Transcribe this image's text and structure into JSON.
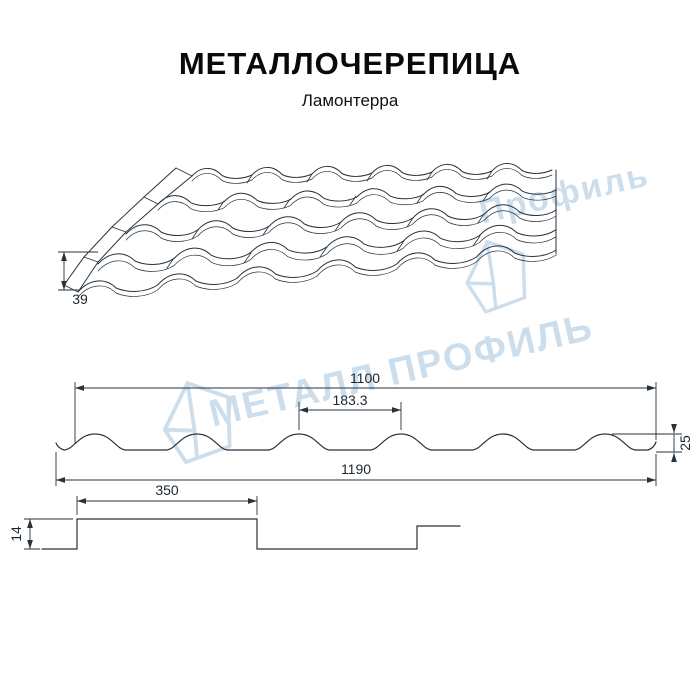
{
  "header": {
    "title": "МЕТАЛЛОЧЕРЕПИЦА",
    "subtitle": "Ламонтерра"
  },
  "watermark": {
    "main_text": "МЕТАЛЛ ПРОФИЛЬ",
    "secondary_text": "Профиль"
  },
  "drawings": {
    "perspective": {
      "eave_trim_height": "39"
    },
    "cross_section": {
      "cover_width": "1100",
      "wave_pitch": "183.3",
      "profile_height": "25",
      "overall_width": "1190"
    },
    "longitudinal": {
      "module_length": "350",
      "step_height": "14"
    }
  },
  "colors": {
    "line": "#26323c",
    "watermark": "#c7dbeb",
    "background": "#ffffff",
    "title": "#0a0a0a"
  }
}
